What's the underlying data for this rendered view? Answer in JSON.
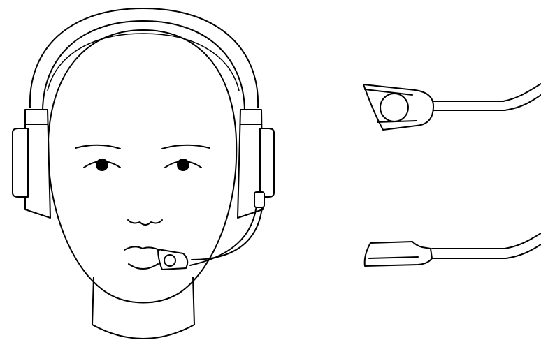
{
  "figure": {
    "views": [
      {
        "id": "front",
        "description_visible_text": ""
      },
      {
        "id": "mic-front",
        "description_visible_text": ""
      },
      {
        "id": "mic-side",
        "description_visible_text": ""
      }
    ],
    "colors": {
      "line": "#000000",
      "background": "#ffffff"
    }
  }
}
